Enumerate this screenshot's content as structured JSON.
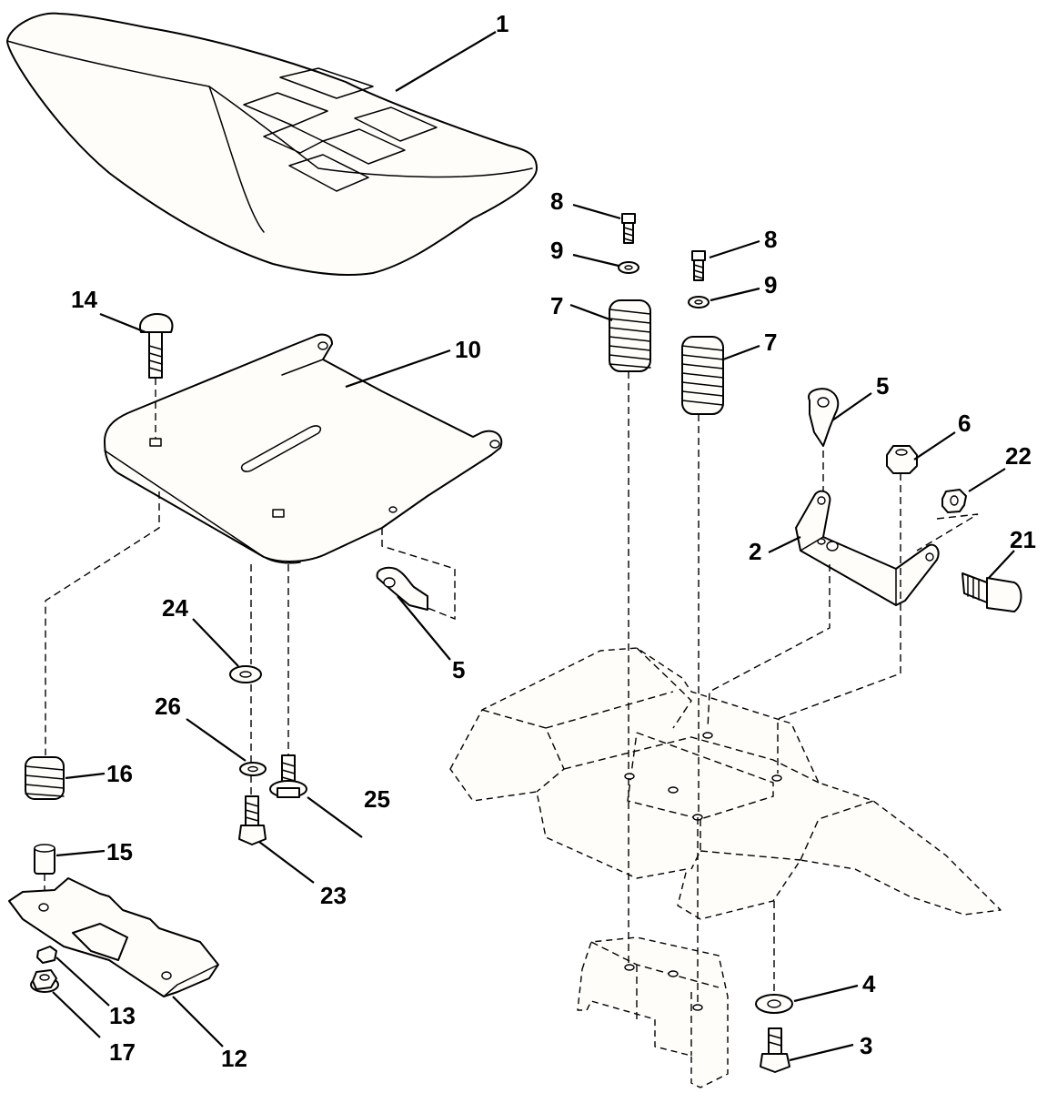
{
  "diagram": {
    "type": "exploded-parts-view",
    "callouts": [
      {
        "id": "c1",
        "label": "1"
      },
      {
        "id": "c2",
        "label": "2"
      },
      {
        "id": "c3",
        "label": "3"
      },
      {
        "id": "c4",
        "label": "4"
      },
      {
        "id": "c5a",
        "label": "5"
      },
      {
        "id": "c5b",
        "label": "5"
      },
      {
        "id": "c6",
        "label": "6"
      },
      {
        "id": "c7a",
        "label": "7"
      },
      {
        "id": "c7b",
        "label": "7"
      },
      {
        "id": "c8a",
        "label": "8"
      },
      {
        "id": "c8b",
        "label": "8"
      },
      {
        "id": "c9a",
        "label": "9"
      },
      {
        "id": "c9b",
        "label": "9"
      },
      {
        "id": "c10",
        "label": "10"
      },
      {
        "id": "c12",
        "label": "12"
      },
      {
        "id": "c13",
        "label": "13"
      },
      {
        "id": "c14",
        "label": "14"
      },
      {
        "id": "c15",
        "label": "15"
      },
      {
        "id": "c16",
        "label": "16"
      },
      {
        "id": "c17",
        "label": "17"
      },
      {
        "id": "c21",
        "label": "21"
      },
      {
        "id": "c22",
        "label": "22"
      },
      {
        "id": "c23",
        "label": "23"
      },
      {
        "id": "c24",
        "label": "24"
      },
      {
        "id": "c25",
        "label": "25"
      },
      {
        "id": "c26",
        "label": "26"
      }
    ]
  }
}
